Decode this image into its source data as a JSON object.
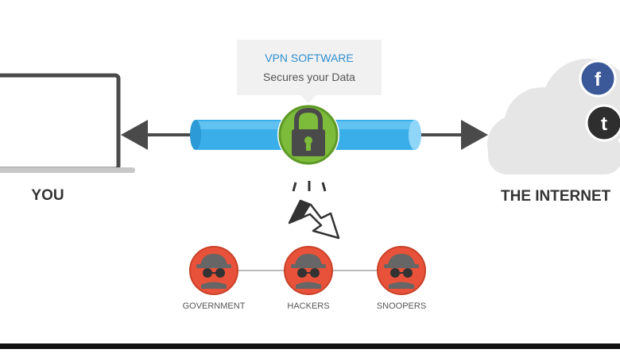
{
  "callout": {
    "title": "VPN SOFTWARE",
    "subtitle": "Secures your Data"
  },
  "nodes": {
    "you_label": "YOU",
    "internet_label": "THE INTERNET"
  },
  "social": {
    "facebook_glyph": "f",
    "twitter_glyph": "t"
  },
  "threats": [
    {
      "label": "GOVERNMENT"
    },
    {
      "label": "HACKERS"
    },
    {
      "label": "SNOOPERS"
    }
  ],
  "colors": {
    "tunnel": "#3aaee8",
    "tunnel_light": "#8fd6f8",
    "lock_green": "#7dbb3a",
    "threat_red": "#e8523a",
    "arrow_gray": "#4a4a4a",
    "cloud_gray": "#e6e6e6",
    "facebook_blue": "#3b5998",
    "twitter_dark": "#2e2e2e",
    "callout_accent": "#2f8fd0"
  }
}
